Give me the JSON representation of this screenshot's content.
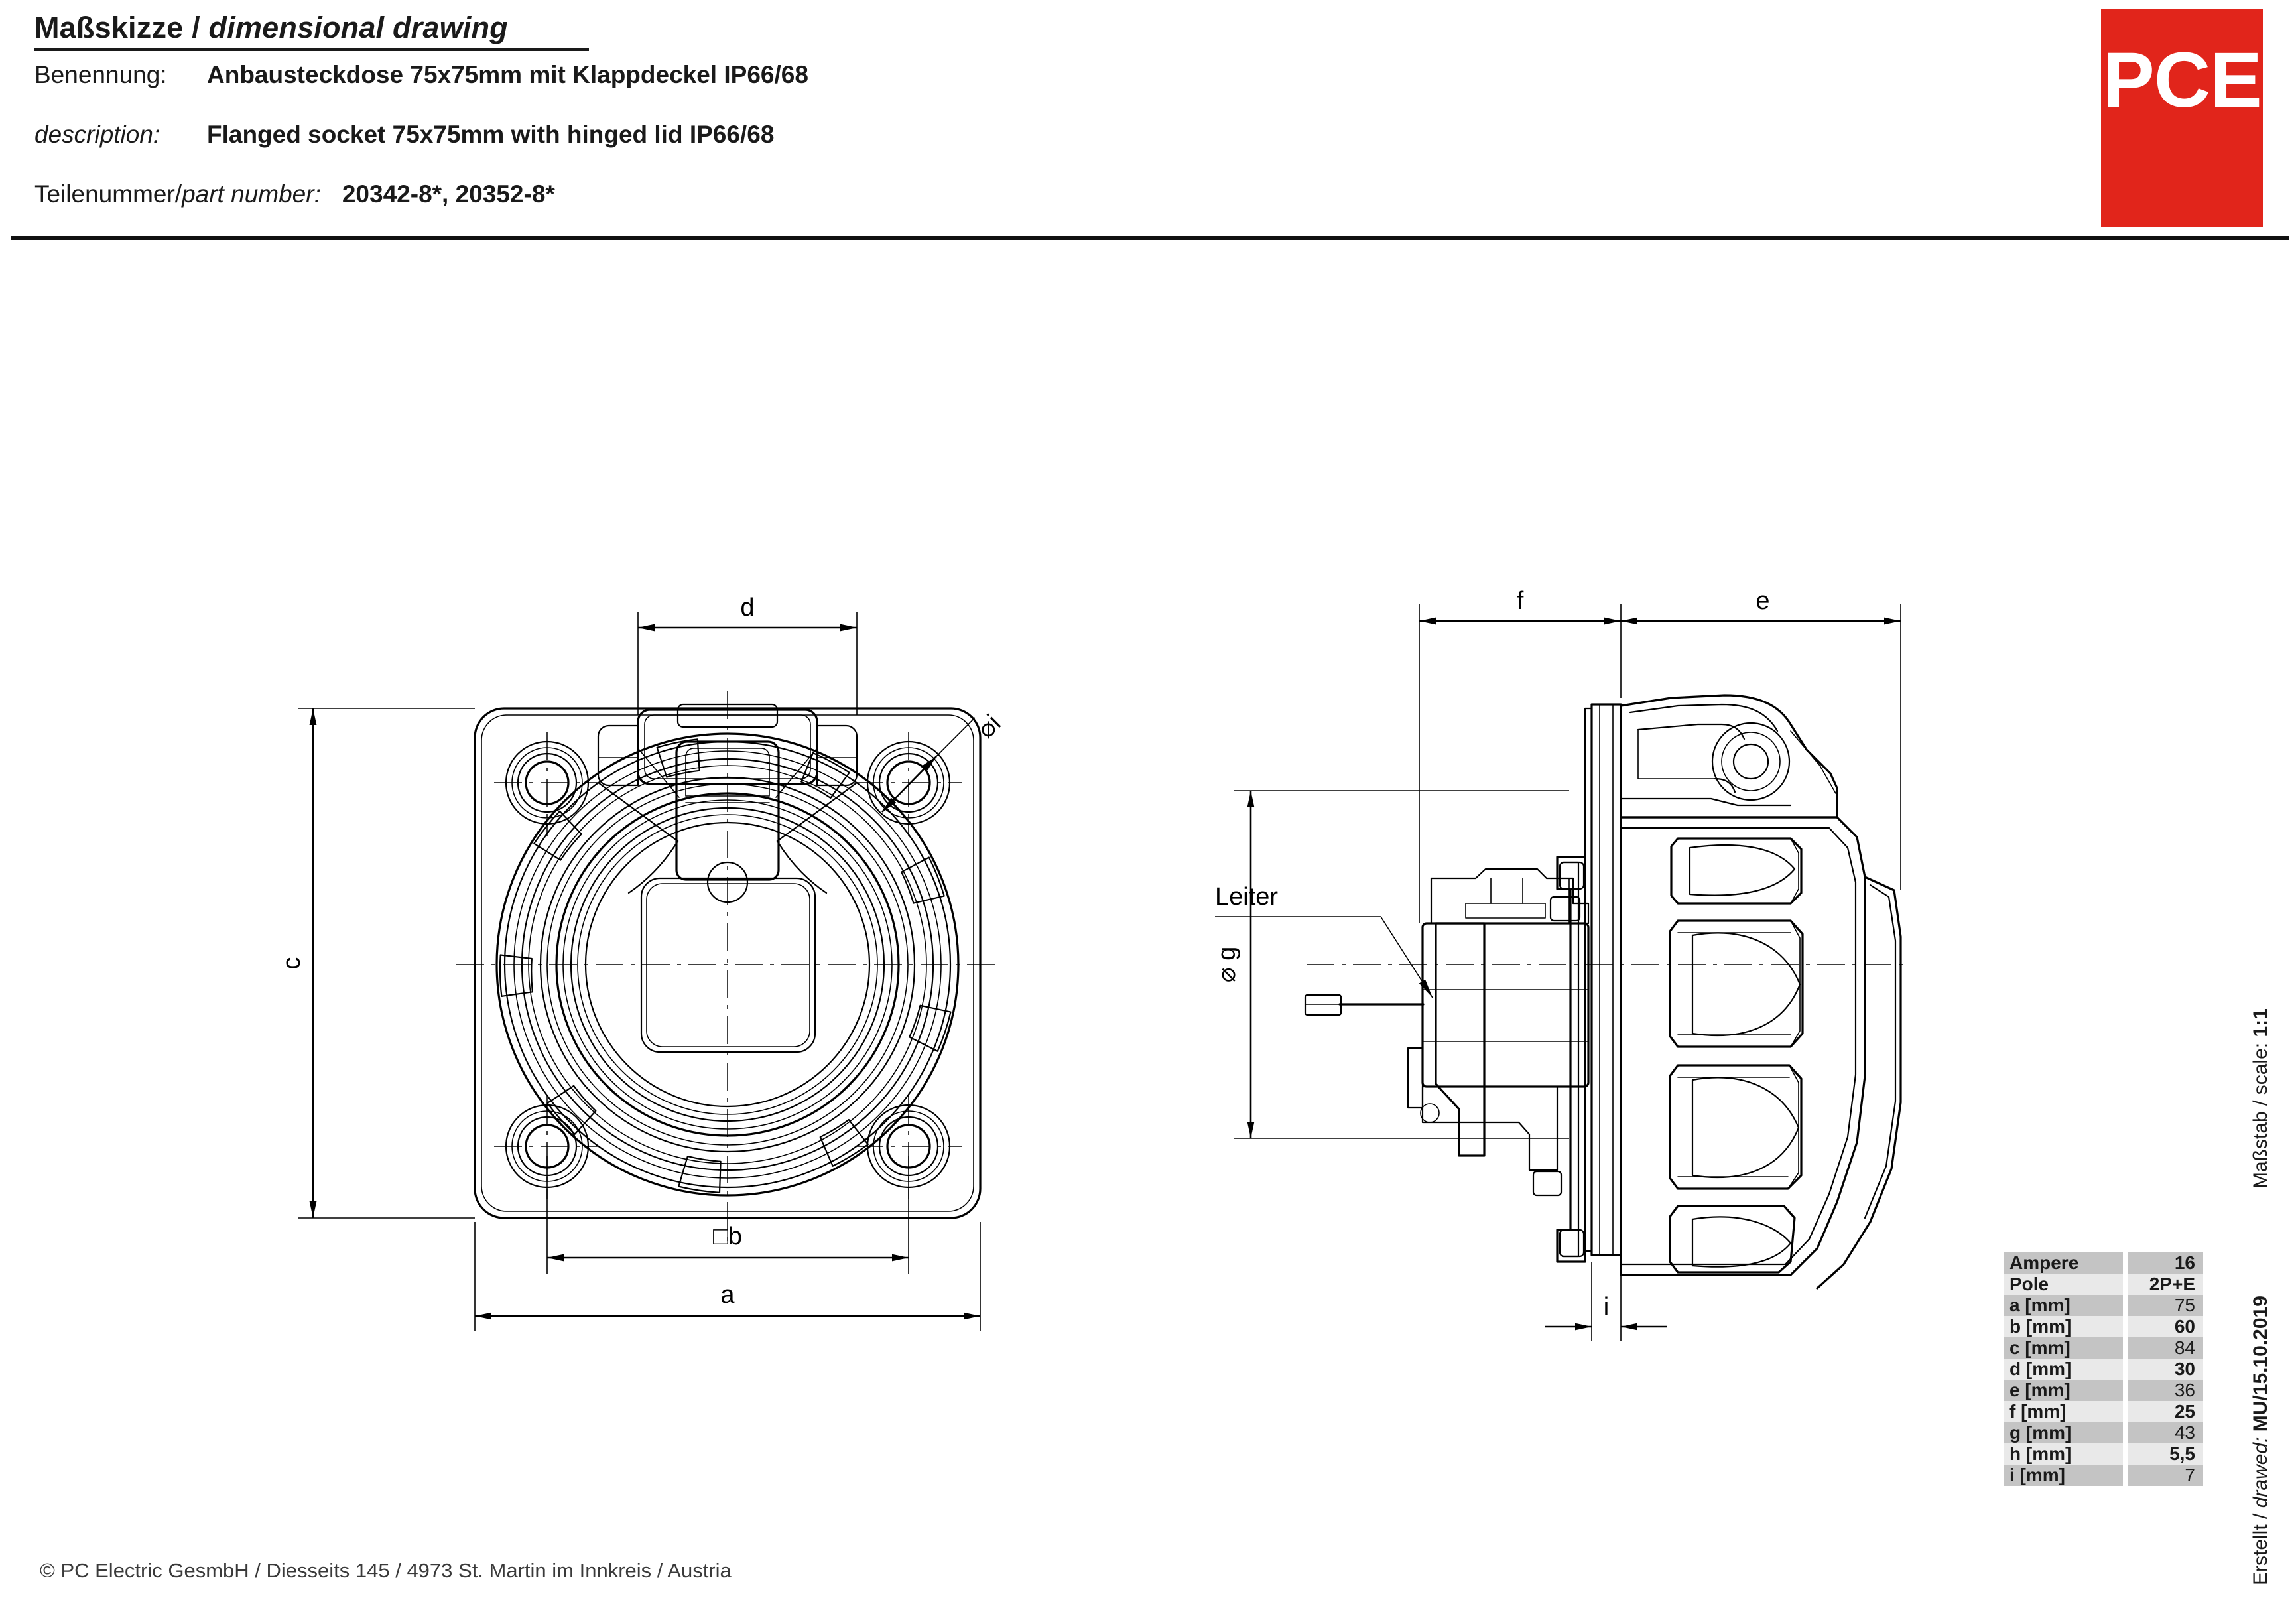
{
  "header": {
    "title_de": "Maßskizze",
    "title_sep": " / ",
    "title_en": "dimensional drawing",
    "benennung_label": "Benennung:",
    "benennung_value": "Anbausteckdose 75x75mm mit Klappdeckel IP66/68",
    "description_label": "description:",
    "description_value": "Flanged socket 75x75mm with hinged lid IP66/68",
    "partnumber_label_de": "Teilenummer",
    "partnumber_label_sep": " / ",
    "partnumber_label_en": "part number:",
    "partnumber_value": "20342-8*, 20352-8*",
    "logo_text": "PCE",
    "logo_color": "#e1251b"
  },
  "drawing": {
    "front_view": {
      "dim_d": "d",
      "dim_c": "c",
      "dim_b": "□b",
      "dim_a": "a",
      "dim_hole_diameter": "⌀i"
    },
    "side_view": {
      "dim_f": "f",
      "dim_e": "e",
      "dim_g": "⌀ g",
      "dim_i": "i",
      "annotation_leiter": "Leiter"
    }
  },
  "spec_table": {
    "rows": [
      {
        "key": "Ampere",
        "value": "16",
        "bold_value": true
      },
      {
        "key": "Pole",
        "value": "2P+E",
        "bold_value": true
      },
      {
        "key": "a [mm]",
        "value": "75",
        "bold_value": false
      },
      {
        "key": "b [mm]",
        "value": "60",
        "bold_value": true
      },
      {
        "key": "c [mm]",
        "value": "84",
        "bold_value": false
      },
      {
        "key": "d [mm]",
        "value": "30",
        "bold_value": true
      },
      {
        "key": "e [mm]",
        "value": "36",
        "bold_value": false
      },
      {
        "key": "f [mm]",
        "value": "25",
        "bold_value": true
      },
      {
        "key": "g [mm]",
        "value": "43",
        "bold_value": false
      },
      {
        "key": "h [mm]",
        "value": "5,5",
        "bold_value": true
      },
      {
        "key": "i [mm]",
        "value": "7",
        "bold_value": false
      }
    ]
  },
  "side_text": {
    "scale_label_de": "Maßstab",
    "scale_label_sep": " / ",
    "scale_label_en": "scale:",
    "scale_value": "1:1",
    "drawn_label_de": "Erstellt",
    "drawn_label_sep": " / ",
    "drawn_label_en": "drawed:",
    "drawn_value": "MU/15.10.2019"
  },
  "footer": {
    "copyright": "© PC Electric GesmbH / Diesseits 145 / 4973 St. Martin im Innkreis / Austria"
  }
}
